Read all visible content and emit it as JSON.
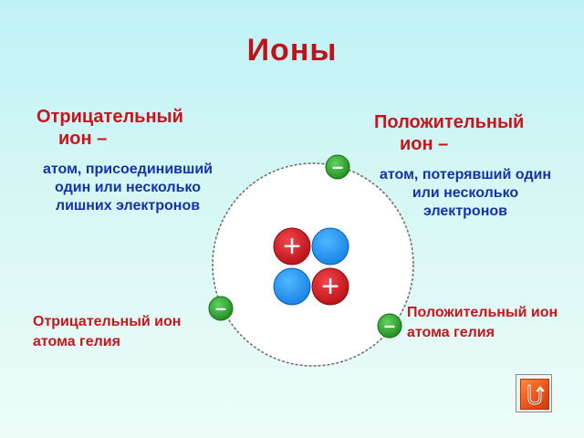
{
  "title": "Ионы",
  "negative": {
    "heading_line1": "Отрицательный",
    "heading_line2": "ион –",
    "description": "атом, присоединивший один или несколько лишних электронов",
    "helium": "Отрицательный ион атома гелия"
  },
  "positive": {
    "heading_line1": "Положительный",
    "heading_line2": "ион –",
    "description": "атом, потерявший один или несколько электронов",
    "helium": "Положительный ион атома гелия"
  },
  "atom": {
    "proton_sign": "+",
    "electron_sign": "–",
    "proton_color": "#c8141c",
    "neutron_color": "#1a8ff0",
    "electron_color": "#2aa02a"
  },
  "nav": {
    "icon": "return-arrow-icon",
    "color": "#e8501a"
  }
}
